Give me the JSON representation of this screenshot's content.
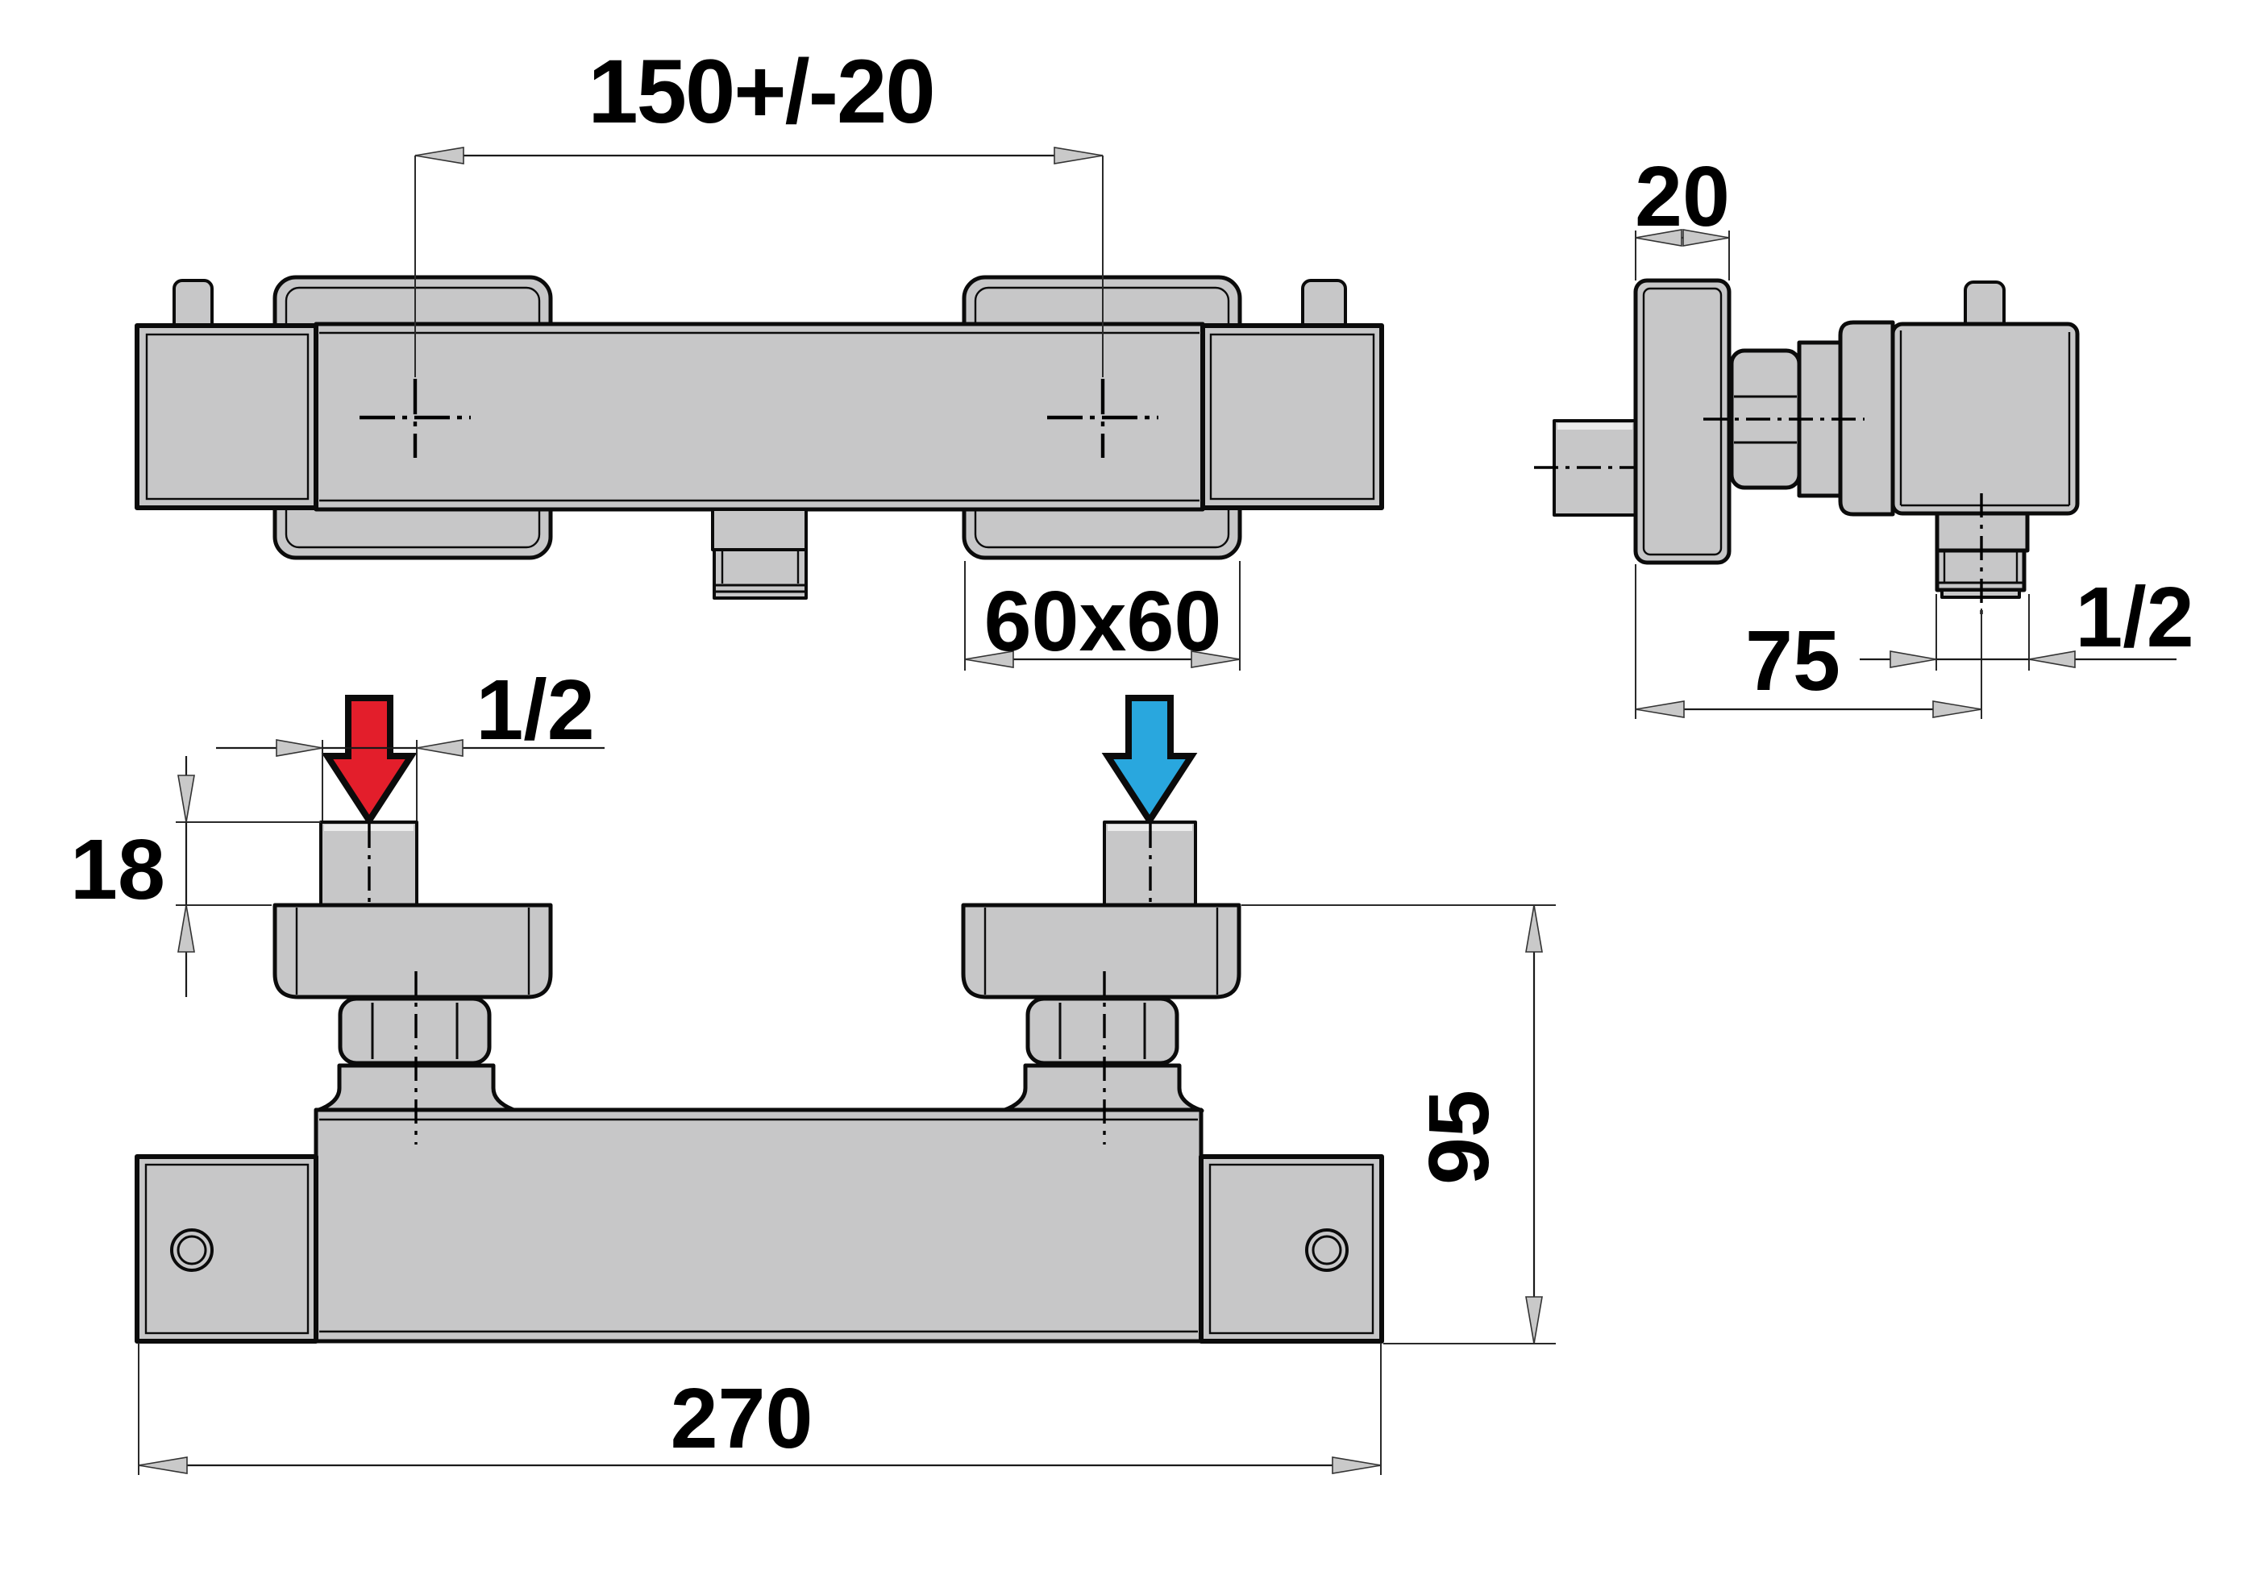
{
  "drawing": {
    "type": "technical-dimension-drawing",
    "subject": "thermostatic-bar-mixer-valve",
    "dims": {
      "inlet_spacing": "150+/-20",
      "plate_thickness": "20",
      "block_size": "60x60",
      "inlet_thread": "1/2",
      "inlet_exposed_length": "18",
      "outlet_thread": "1/2",
      "outlet_offset": "75",
      "body_height": "95",
      "total_width": "270"
    },
    "icons": {
      "hot_inlet": "red-down-arrow",
      "cold_inlet": "blue-down-arrow"
    },
    "colors": {
      "background": "#ffffff",
      "part_fill": "#c7c7c8",
      "part_fill_light": "#ececec",
      "outline": "#0b0b0b",
      "arrow_fill": "#c9c9c9",
      "brass": "#fdc420",
      "hot": "#e31e2b",
      "cold": "#29a7de"
    }
  }
}
